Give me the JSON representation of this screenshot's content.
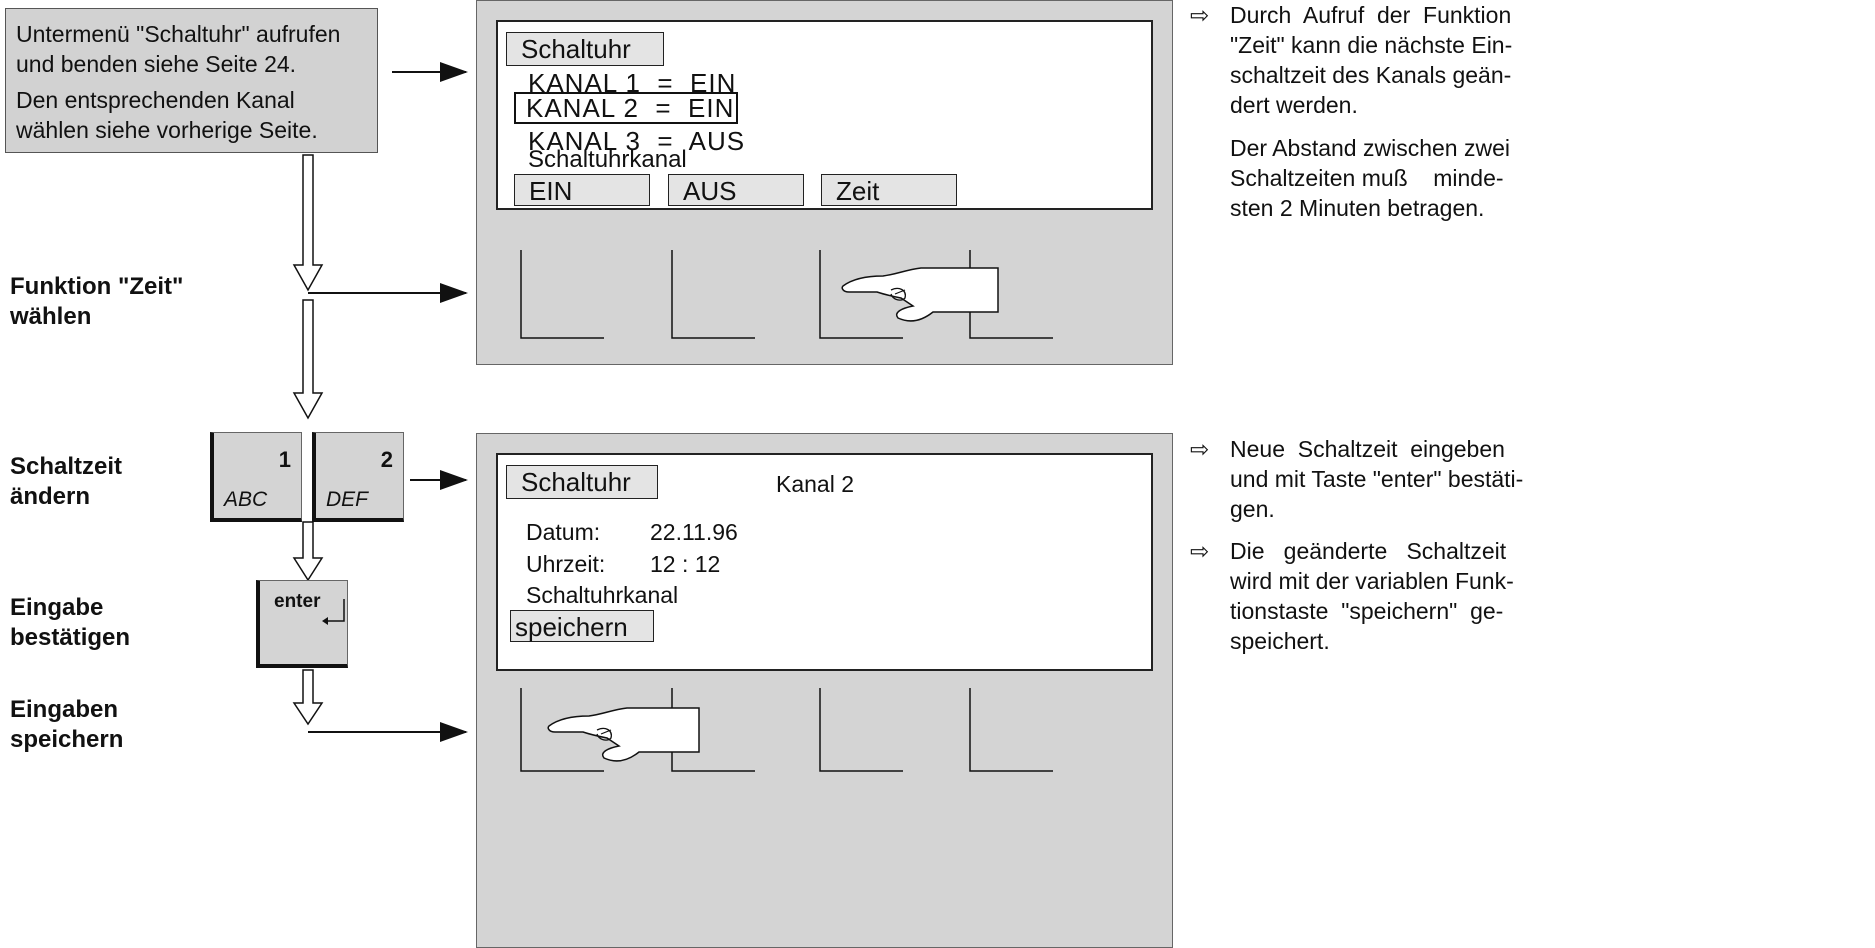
{
  "note_box": {
    "line1": "Untermenü \"Schaltuhr\" aufrufen",
    "line2": "und benden siehe Seite 24.",
    "line3": "Den entsprechenden Kanal",
    "line4": "wählen siehe vorherige Seite."
  },
  "steps": {
    "select_time_1": "Funktion \"Zeit\"",
    "select_time_2": "wählen",
    "change_1": "Schaltzeit",
    "change_2": "ändern",
    "confirm_1": "Eingabe",
    "confirm_2": "bestätigen",
    "save_1": "Eingaben",
    "save_2": "speichern"
  },
  "screen1": {
    "title": "Schaltuhr",
    "channel1": "KANAL 1  =  EIN",
    "channel2": "KANAL 2  =  EIN",
    "channel3": "KANAL 3  =  AUS",
    "subtitle": "Schaltuhrkanal",
    "btn_on": "EIN",
    "btn_off": "AUS",
    "btn_time": "Zeit"
  },
  "screen2": {
    "title": "Schaltuhr",
    "channel": "Kanal 2",
    "date_label": "Datum:",
    "date_value": "22.11.96",
    "time_label": "Uhrzeit:",
    "time_value": "12 : 12",
    "subtitle": "Schaltuhrkanal",
    "btn_save": "speichern"
  },
  "keys": {
    "key1_num": "1",
    "key1_letters": "ABC",
    "key2_num": "2",
    "key2_letters": "DEF",
    "enter": "enter"
  },
  "right_notes": {
    "arrow_symbol": "⇨",
    "n1_l1": "Durch  Aufruf  der  Funktion",
    "n1_l2": "\"Zeit\" kann die nächste Ein-",
    "n1_l3": "schaltzeit des Kanals geän-",
    "n1_l4": "dert werden.",
    "n2_l1": "Der Abstand zwischen zwei",
    "n2_l2": "Schaltzeiten muß    minde-",
    "n2_l3": "sten 2 Minuten betragen.",
    "n3_l1": "Neue  Schaltzeit  eingeben",
    "n3_l2": "und mit Taste \"enter\" bestäti-",
    "n3_l3": "gen.",
    "n4_l1": "Die   geänderte   Schaltzeit",
    "n4_l2": "wird mit der variablen Funk-",
    "n4_l3": "tionstaste  \"speichern\"  ge-",
    "n4_l4": "speichert."
  }
}
